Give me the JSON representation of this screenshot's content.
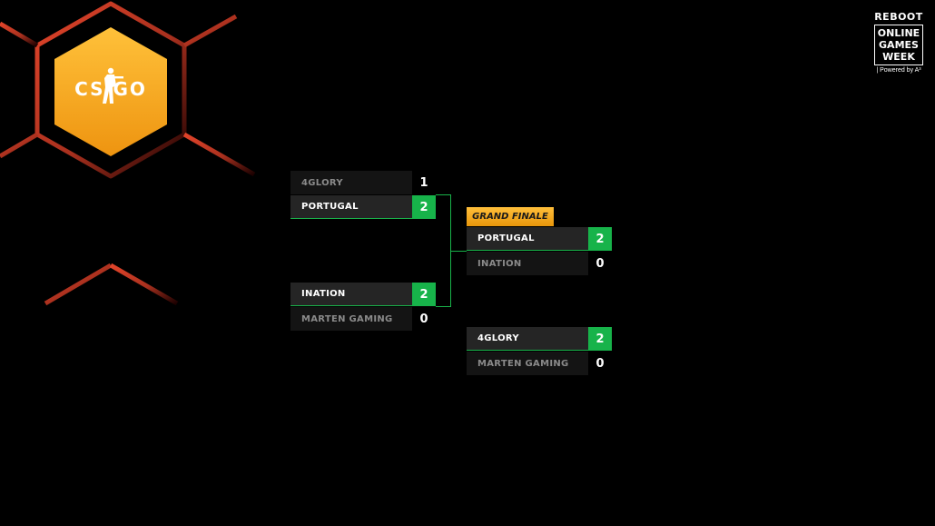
{
  "logo": {
    "name": "CS GO",
    "text": "CS  GO"
  },
  "brand": {
    "top": "REBOOT",
    "box": [
      "ONLINE",
      "GAMES",
      "WEEK"
    ],
    "sub": "| Powered by A³"
  },
  "colors": {
    "win": "#17b34a",
    "accent": "#f5a623",
    "hex_glow": "#e2442a"
  },
  "bracket": {
    "semifinal_1": [
      {
        "team": "4GLORY",
        "score": "1",
        "winner": false
      },
      {
        "team": "PORTUGAL",
        "score": "2",
        "winner": true
      }
    ],
    "semifinal_2": [
      {
        "team": "INATION",
        "score": "2",
        "winner": true
      },
      {
        "team": "MARTEN GAMING",
        "score": "0",
        "winner": false
      }
    ],
    "grand_finale_label": "GRAND FINALE",
    "grand_finale": [
      {
        "team": "PORTUGAL",
        "score": "2",
        "winner": true
      },
      {
        "team": "INATION",
        "score": "0",
        "winner": false
      }
    ],
    "third_place": [
      {
        "team": "4GLORY",
        "score": "2",
        "winner": true
      },
      {
        "team": "MARTEN GAMING",
        "score": "0",
        "winner": false
      }
    ]
  }
}
